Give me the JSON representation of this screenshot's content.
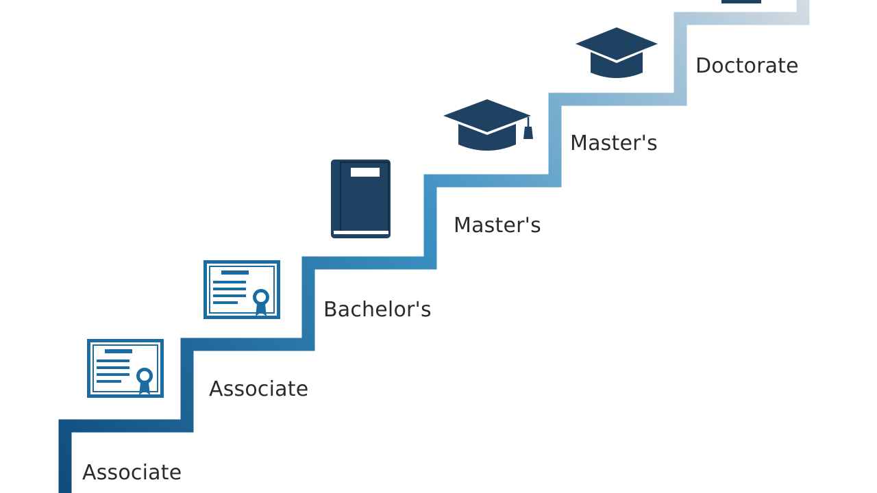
{
  "steps": [
    {
      "label": "Associate",
      "icon": "stair-base-no-icon"
    },
    {
      "label": "Associate",
      "icon": "certificate-icon"
    },
    {
      "label": "Bachelor's",
      "icon": "certificate-icon"
    },
    {
      "label": "Master's",
      "icon": "book-icon"
    },
    {
      "label": "Master's",
      "icon": "graduation-cap-tassel-icon"
    },
    {
      "label": "Doctorate",
      "icon": "graduation-cap-icon"
    }
  ],
  "colors": {
    "stair_bottom": "#0f4d7d",
    "stair_middle": "#3a8fc2",
    "stair_top": "#c9d3dc",
    "icon_dark": "#1f4263",
    "icon_blue": "#1b6ca3",
    "label_text": "#2b2b2b"
  }
}
